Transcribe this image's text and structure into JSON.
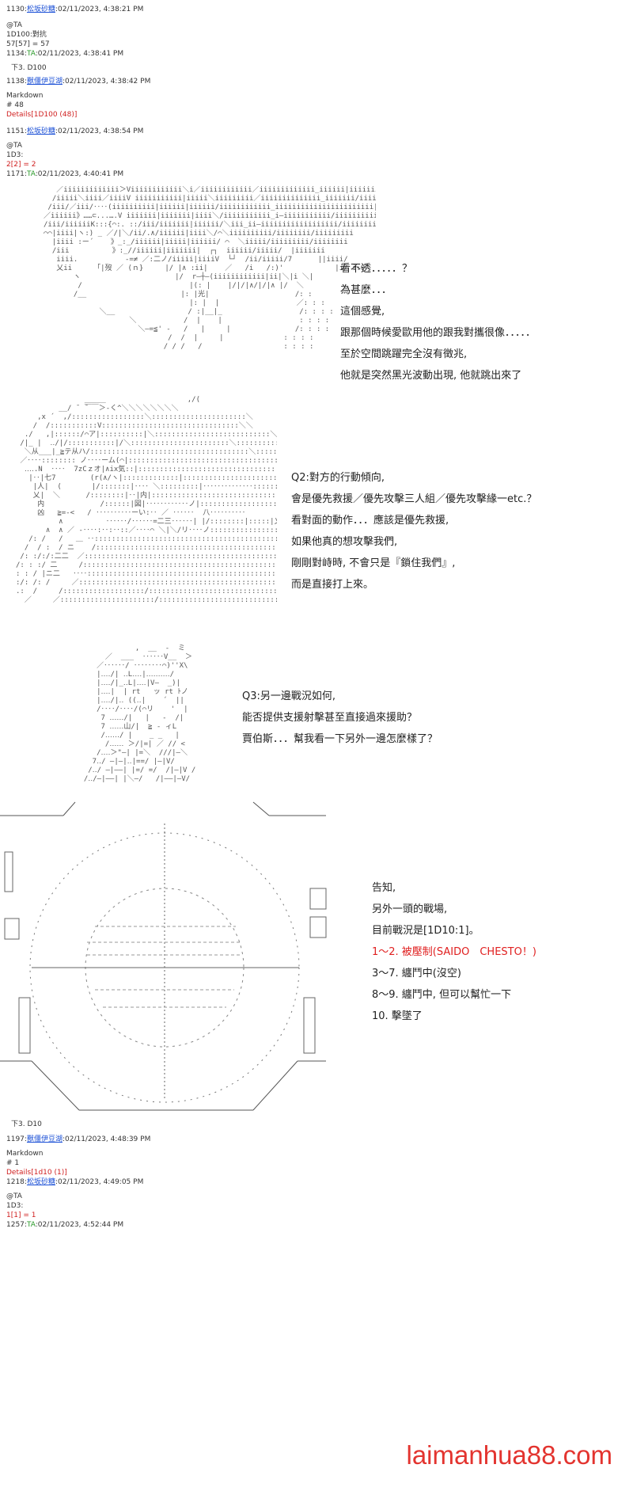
{
  "posts": [
    {
      "head_num": "1130:",
      "head_user": "松坂砂糖",
      "head_time": ":02/11/2023, 4:38:21 PM",
      "lines": [
        "@TA",
        "1D100:對抗",
        "57[57] = 57"
      ]
    },
    {
      "head_num": "1134:",
      "head_user": "TA",
      "head_time": ":02/11/2023, 4:38:41 PM",
      "lines": [
        "下3. D100"
      ]
    },
    {
      "head_num": "1138:",
      "head_user": "獸僵伊豆湖",
      "head_time": ":02/11/2023, 4:38:42 PM",
      "lines": [
        "Markdown",
        "# 48"
      ],
      "details": "Details[1D100 (48)]"
    },
    {
      "head_num": "1151:",
      "head_user": "松坂砂糖",
      "head_time": ":02/11/2023, 4:38:54 PM",
      "lines": [
        "@TA",
        "1D3:"
      ],
      "result": "2[2] = 2"
    },
    {
      "head_num": "1171:",
      "head_user": "TA",
      "head_time": ":02/11/2023, 4:40:41 PM",
      "lines": []
    }
  ],
  "bottom_posts": [
    {
      "head_num": "",
      "head_user": "",
      "head_time": "",
      "lines": [
        "下3. D10"
      ]
    },
    {
      "head_num": "1197:",
      "head_user": "獸僵伊豆湖",
      "head_time": ":02/11/2023, 4:48:39 PM",
      "lines": [
        "Markdown",
        "# 1"
      ],
      "details": "Details[1d10 (1)]"
    },
    {
      "head_num": "1218:",
      "head_user": "松坂砂糖",
      "head_time": ":02/11/2023, 4:49:05 PM",
      "lines": [
        "@TA",
        "1D3:"
      ],
      "result": "1[1] = 1"
    },
    {
      "head_num": "1257:",
      "head_user": "TA",
      "head_time": ":02/11/2023, 4:52:44 PM",
      "lines": []
    }
  ],
  "scene1": {
    "lines": [
      "看不透．．．．．？",
      "為甚麼．．．",
      "這個感覺,",
      "跟那個時候愛歐用他的跟我對攜很像．．．．．",
      "至於空間跳躍完全沒有徵兆,",
      "他就是突然黑光波動出現, 他就跳出來了"
    ]
  },
  "scene2": {
    "lines": [
      "Q2:對方的行動傾向,",
      "會是優先救援／優先攻擊三人組／優先攻擊緣一etc.？",
      "",
      "看對面的動作．．．應該是優先救援,",
      "如果他真的想攻擊我們,",
      "剛剛對峙時, 不會只是『鎖住我們』,",
      "而是直接打上來。"
    ]
  },
  "scene3": {
    "lines": [
      "Q3:另一邊戰況如何,",
      "能否提供支援射擊甚至直接過來援助？",
      "",
      "賈伯斯．．．幫我看一下另外一邊怎麼樣了？"
    ]
  },
  "scene4": {
    "lines": [
      "告知,",
      "另外一頭的戰場,",
      "目前戰況是[1D10:1]。",
      "",
      "1～2. 被壓制(SAIDO　CHESTO！)",
      "3～7. 纏鬥中(沒空)",
      "8～9. 纏鬥中, 但可以幫忙一下",
      "10. 擊墜了"
    ]
  },
  "watermark": "laimanhua88.com",
  "colors": {
    "link": "#1a4fd6",
    "green": "#2a9a2a",
    "red": "#d02020",
    "watermark": "#e3342f"
  }
}
